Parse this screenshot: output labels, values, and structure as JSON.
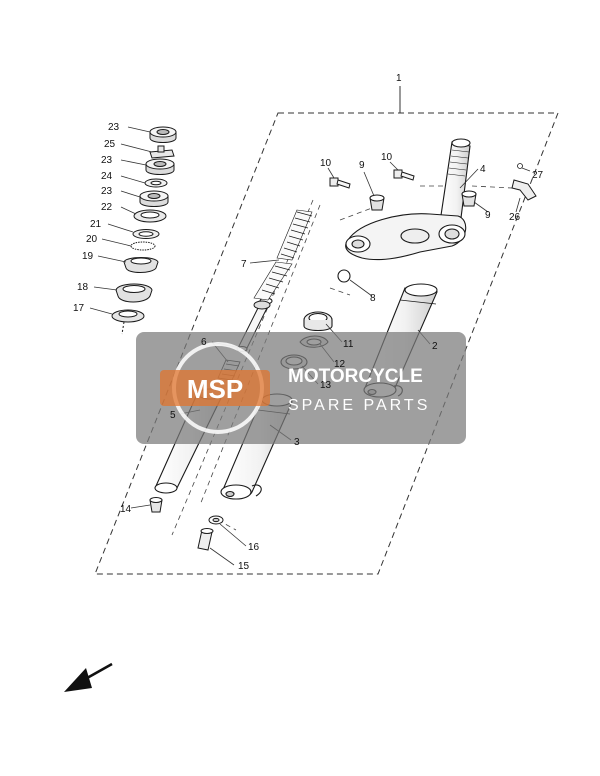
{
  "callouts": {
    "c1": "1",
    "c2": "2",
    "c3": "3",
    "c4": "4",
    "c5": "5",
    "c6": "6",
    "c7": "7",
    "c8": "8",
    "c9a": "9",
    "c9b": "9",
    "c10a": "10",
    "c10b": "10",
    "c11": "11",
    "c12": "12",
    "c13": "13",
    "c14": "14",
    "c15": "15",
    "c16": "16",
    "c17": "17",
    "c18": "18",
    "c19": "19",
    "c20": "20",
    "c21": "21",
    "c22": "22",
    "c23a": "23",
    "c23b": "23",
    "c23c": "23",
    "c24": "24",
    "c25": "25",
    "c26": "26",
    "c27": "27"
  },
  "watermark": {
    "logo": "MSP",
    "line1": "MOTORCYCLE",
    "line2": "SPARE PARTS"
  },
  "colors": {
    "line": "#1a1a1a",
    "watermark_bg": "#7a7a7a",
    "watermark_accent": "#e0742e"
  },
  "icons": {
    "direction": "front-direction-arrow-icon"
  }
}
